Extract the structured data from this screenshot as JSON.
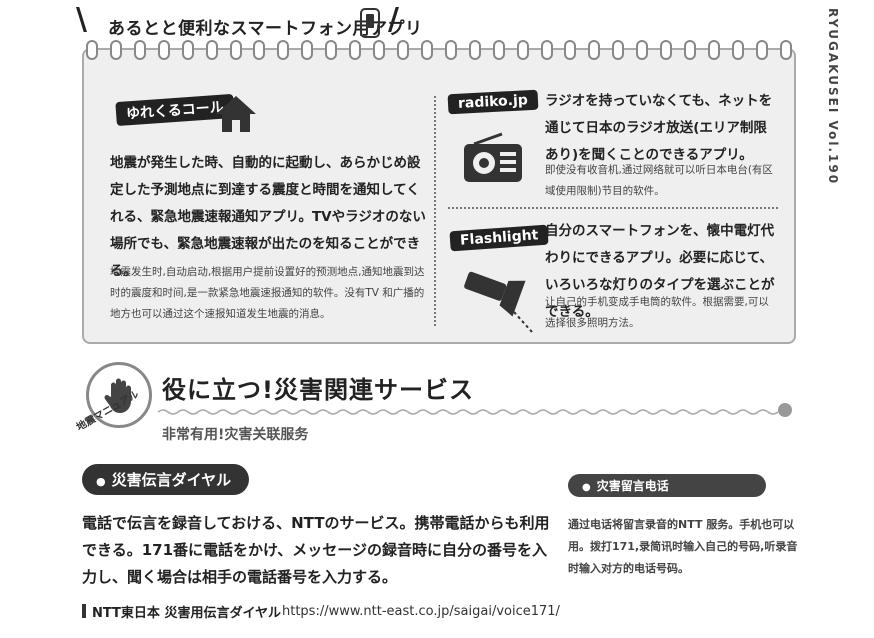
{
  "header": {
    "title": "あるとと便利なスマートフォン用アプリ",
    "vertical": "RYUGAKUSEI  Vol.190"
  },
  "apps": {
    "yurekuru": {
      "tag": "ゆれくるコール",
      "jp": "地震が発生した時、自動的に起動し、あらかじめ設定した予測地点に到達する震度と時間を通知してくれる、緊急地震速報通知アプリ。TVやラジオのない場所でも、緊急地震速報が出たのを知ることができる。",
      "cn": "地震发生时,自动启动,根据用户提前设置好的预测地点,通知地震到达时的震度和时间,是一款紧急地震速报通知的软件。没有TV 和广播的地方也可以通过这个速报知道发生地震的消息。"
    },
    "radiko": {
      "tag": "radiko.jp",
      "jp": "ラジオを持っていなくても、ネットを通じて日本のラジオ放送(エリア制限あり)を聞くことのできるアプリ。",
      "cn": "即使没有收音机,通过网络就可以听日本电台(有区域使用限制)节目的软件。"
    },
    "flashlight": {
      "tag": "Flashlight",
      "jp": "自分のスマートフォンを、懐中電灯代わりにできるアプリ。必要に応じて、いろいろな灯りのタイプを選ぶことができる。",
      "cn": "让自己的手机变成手电筒的软件。根据需要,可以选择很多照明方法。"
    }
  },
  "section": {
    "badge": "地震マニュアル",
    "title": "役に立つ!災害関連サービス",
    "subtitle": "非常有用!灾害关联服务"
  },
  "service": {
    "pill": "災害伝言ダイヤル",
    "jp": "電話で伝言を録音しておける、NTTのサービス。携帯電話からも利用できる。171番に電話をかけ、メッセージの録音時に自分の番号を入力し、聞く場合は相手の電話番号を入力する。",
    "footer_name": "NTT東日本 災害用伝言ダイヤル",
    "footer_url": "https://www.ntt-east.co.jp/saigai/voice171/",
    "side_pill": "灾害留言电话",
    "side_cn": "通过电话将留言录音的NTT 服务。手机也可以用。拨打171,录简讯时输入自己的号码,听录音时输入对方的电话号码。"
  }
}
